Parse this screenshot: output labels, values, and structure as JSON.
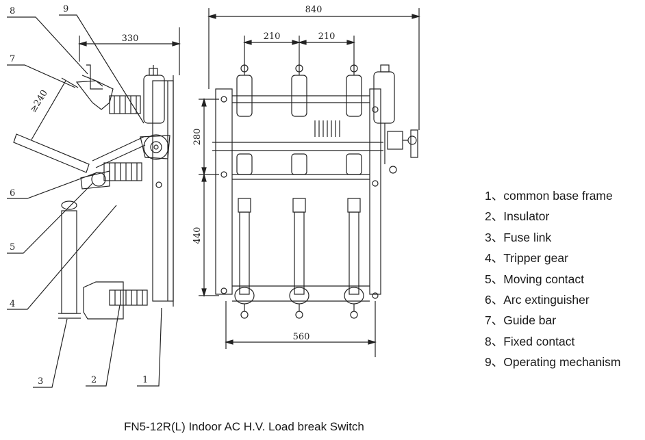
{
  "caption": "FN5-12R(L) Indoor AC H.V. Load break Switch",
  "legend": [
    "1、common base frame",
    "2、Insulator",
    "3、Fuse link",
    "4、Tripper gear",
    "5、Moving contact",
    "6、Arc extinguisher",
    "7、Guide bar",
    "8、Fixed contact",
    "9、Operating mechanism"
  ],
  "dimensions": {
    "overall_width": "840",
    "side_depth": "330",
    "angle_clearance": "≥240",
    "phase_spacing_left": "210",
    "phase_spacing_right": "210",
    "upper_height": "280",
    "lower_height": "440",
    "base_width": "560"
  },
  "callouts": [
    "1",
    "2",
    "3",
    "4",
    "5",
    "6",
    "7",
    "8",
    "9"
  ]
}
